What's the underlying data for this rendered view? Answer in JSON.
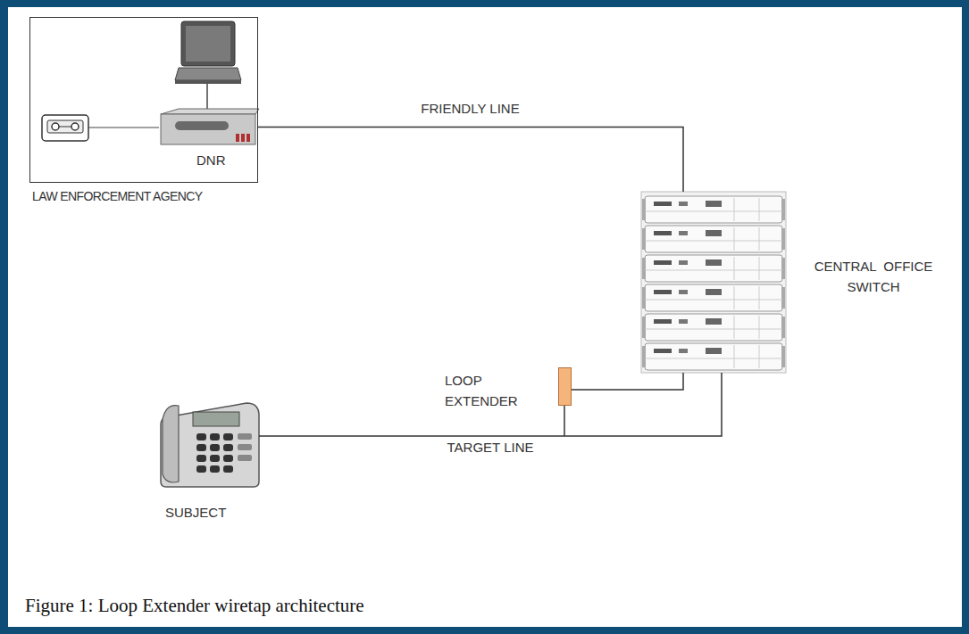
{
  "diagram": {
    "caption": "Figure 1: Loop Extender wiretap architecture",
    "nodes": [
      {
        "text": [
          "LAW ENFORCEMENT AGENCY"
        ]
      },
      {
        "text": [
          "DNR"
        ],
        "in": 0
      },
      {
        "text": [
          "CENTRAL OFFICE SWITCH"
        ]
      },
      {
        "text": [
          "LOOP EXTENDER"
        ]
      },
      {
        "text": [
          "SUBJECT"
        ]
      }
    ],
    "edges": [
      {
        "from": 1,
        "to": 2,
        "arrow": "none",
        "label": "FRIENDLY LINE"
      },
      {
        "from": 2,
        "to": 3,
        "arrow": "none"
      },
      {
        "from": 4,
        "to": 2,
        "arrow": "none",
        "label": "TARGET LINE"
      }
    ]
  }
}
